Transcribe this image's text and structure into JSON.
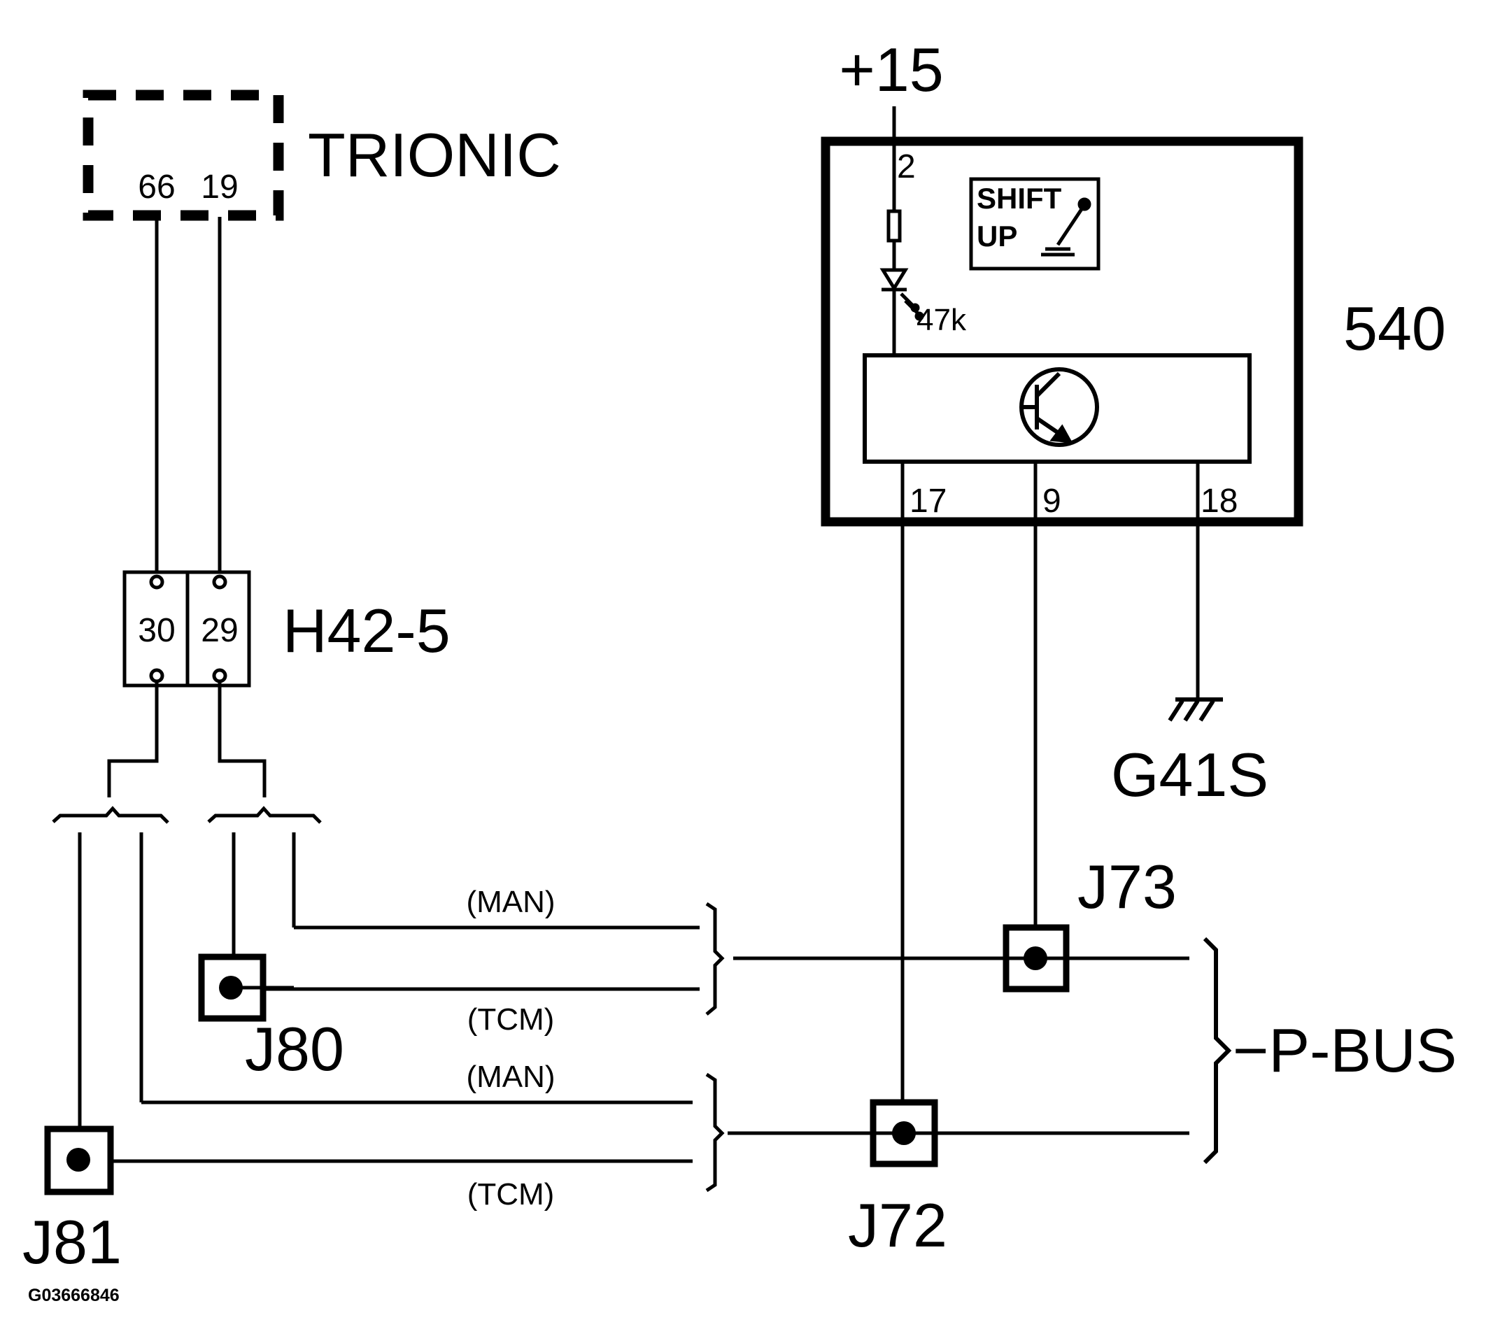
{
  "trionic": {
    "label": "TRIONIC",
    "pins": [
      "66",
      "19"
    ]
  },
  "connector_h42": {
    "label": "H42-5",
    "pins": [
      "30",
      "29"
    ]
  },
  "module_540": {
    "label": "540",
    "supply": "+15",
    "pin_supply": "2",
    "resistor_label": "47k",
    "shift_up_icon": {
      "line1": "SHIFT",
      "line2": "UP"
    },
    "pins_bottom": [
      "17",
      "9",
      "18"
    ]
  },
  "ground": {
    "label": "G41S"
  },
  "junctions": {
    "j73": "J73",
    "j80": "J80",
    "j81": "J81",
    "j72": "J72"
  },
  "wire_labels": {
    "man_upper": "(MAN)",
    "tcm_upper": "(TCM)",
    "man_lower": "(MAN)",
    "tcm_lower": "(TCM)"
  },
  "bus": {
    "label": "P-BUS",
    "prefix": "−"
  },
  "figure_id": "G03666846"
}
